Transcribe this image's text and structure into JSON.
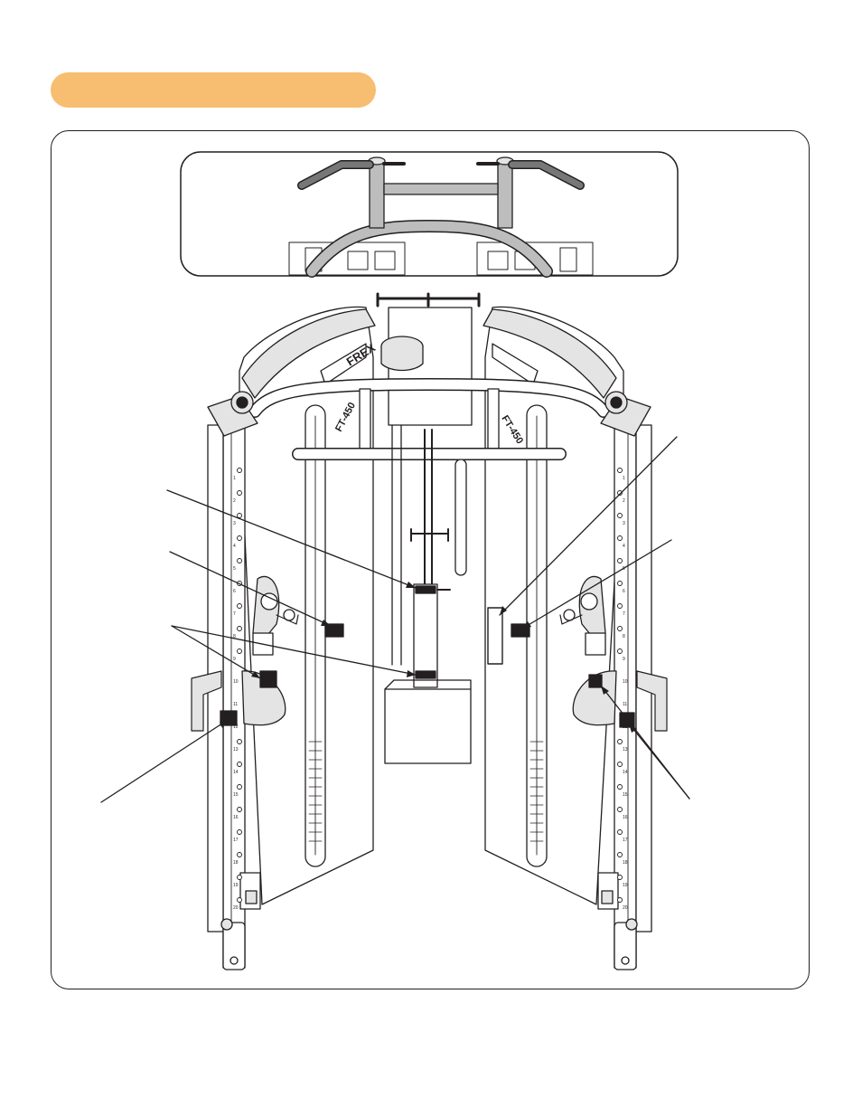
{
  "page": {
    "header_label": "",
    "accent_color": "#f7bd70",
    "line_color": "#231f20",
    "fill_light": "#e4e4e4",
    "fill_mid": "#bdbdbd"
  },
  "machine": {
    "left_column_text": "FT-450",
    "right_column_text": "FT-450",
    "left_scale_numbers": [
      "1",
      "2",
      "3",
      "4",
      "5",
      "6",
      "7",
      "8",
      "9",
      "10",
      "11",
      "12",
      "13",
      "14",
      "15",
      "16",
      "17",
      "18",
      "19",
      "20"
    ],
    "right_scale_numbers": [
      "1",
      "2",
      "3",
      "4",
      "5",
      "6",
      "7",
      "8",
      "9",
      "10",
      "11",
      "12",
      "13",
      "14",
      "15",
      "16",
      "17",
      "18",
      "19",
      "20"
    ]
  },
  "callouts": {
    "count": 7
  }
}
